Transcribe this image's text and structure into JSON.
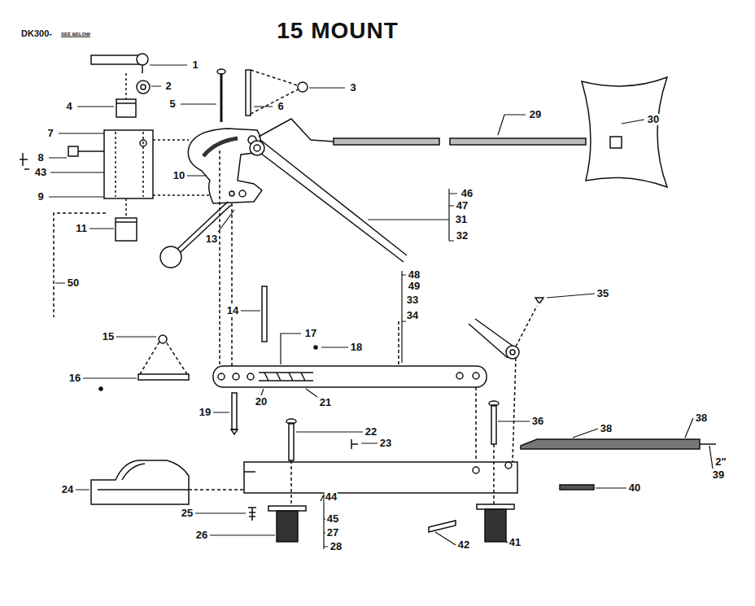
{
  "diagram": {
    "title": "15 MOUNT",
    "labels": [
      "DK300-",
      "SEE BELOW",
      "1",
      "2",
      "3",
      "4",
      "5",
      "6",
      "7",
      "8",
      "43",
      "9",
      "10",
      "11",
      "13",
      "50",
      "29",
      "30",
      "46",
      "47",
      "31",
      "32",
      "48",
      "49",
      "33",
      "34",
      "14",
      "15",
      "16",
      "17",
      "18",
      "19",
      "20",
      "21",
      "35",
      "22",
      "23",
      "24",
      "25",
      "26",
      "44",
      "45",
      "27",
      "28",
      "36",
      "38",
      "38",
      "2\"",
      "39",
      "40",
      "41",
      "42"
    ]
  }
}
